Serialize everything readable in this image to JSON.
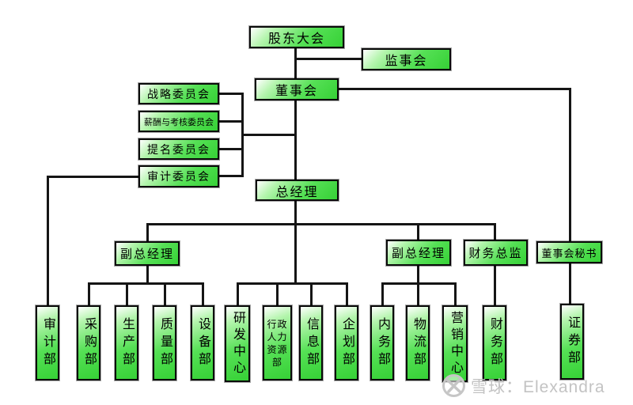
{
  "org_chart": {
    "nodes": {
      "shareholders": {
        "label": "股东大会"
      },
      "supervisory_board": {
        "label": "监事会"
      },
      "board_of_directors": {
        "label": "董事会"
      },
      "strategy_committee": {
        "label": "战略委员会"
      },
      "compensation_committee": {
        "label": "薪酬与考核委员会"
      },
      "nomination_committee": {
        "label": "提名委员会"
      },
      "audit_committee": {
        "label": "审计委员会"
      },
      "general_manager": {
        "label": "总经理"
      },
      "deputy_gm_left": {
        "label": "副总经理"
      },
      "deputy_gm_right": {
        "label": "副总经理"
      },
      "finance_director": {
        "label": "财务总监"
      },
      "board_secretary": {
        "label": "董事会秘书"
      }
    },
    "departments": [
      {
        "label": "审计部",
        "parent": "audit_committee"
      },
      {
        "label": "采购部",
        "parent": "deputy_gm_left"
      },
      {
        "label": "生产部",
        "parent": "deputy_gm_left"
      },
      {
        "label": "质量部",
        "parent": "deputy_gm_left"
      },
      {
        "label": "设备部",
        "parent": "deputy_gm_left"
      },
      {
        "label": "研发中心",
        "parent": "general_manager"
      },
      {
        "label": "行政人力资源部",
        "parent": "general_manager"
      },
      {
        "label": "信息部",
        "parent": "general_manager"
      },
      {
        "label": "企划部",
        "parent": "general_manager"
      },
      {
        "label": "内务部",
        "parent": "deputy_gm_right"
      },
      {
        "label": "物流部",
        "parent": "deputy_gm_right"
      },
      {
        "label": "营销中心",
        "parent": "deputy_gm_right"
      },
      {
        "label": "财务部",
        "parent": "finance_director"
      },
      {
        "label": "证券部",
        "parent": "board_secretary"
      }
    ],
    "edges": [
      [
        "shareholders",
        "board_of_directors"
      ],
      [
        "shareholders",
        "supervisory_board"
      ],
      [
        "board_of_directors",
        "strategy_committee"
      ],
      [
        "board_of_directors",
        "compensation_committee"
      ],
      [
        "board_of_directors",
        "nomination_committee"
      ],
      [
        "board_of_directors",
        "audit_committee"
      ],
      [
        "board_of_directors",
        "general_manager"
      ],
      [
        "board_of_directors",
        "board_secretary"
      ],
      [
        "general_manager",
        "deputy_gm_left"
      ],
      [
        "general_manager",
        "deputy_gm_right"
      ],
      [
        "general_manager",
        "finance_director"
      ]
    ],
    "colors": {
      "node_fill_green": "#55e055",
      "node_fill_light": "#ffffff",
      "node_border": "#0a0a0a",
      "connector": "#151515"
    }
  },
  "watermark": {
    "text": "雪球：Elexandra",
    "icon": "xueqiu-logo",
    "color": "#c3c3c3"
  }
}
